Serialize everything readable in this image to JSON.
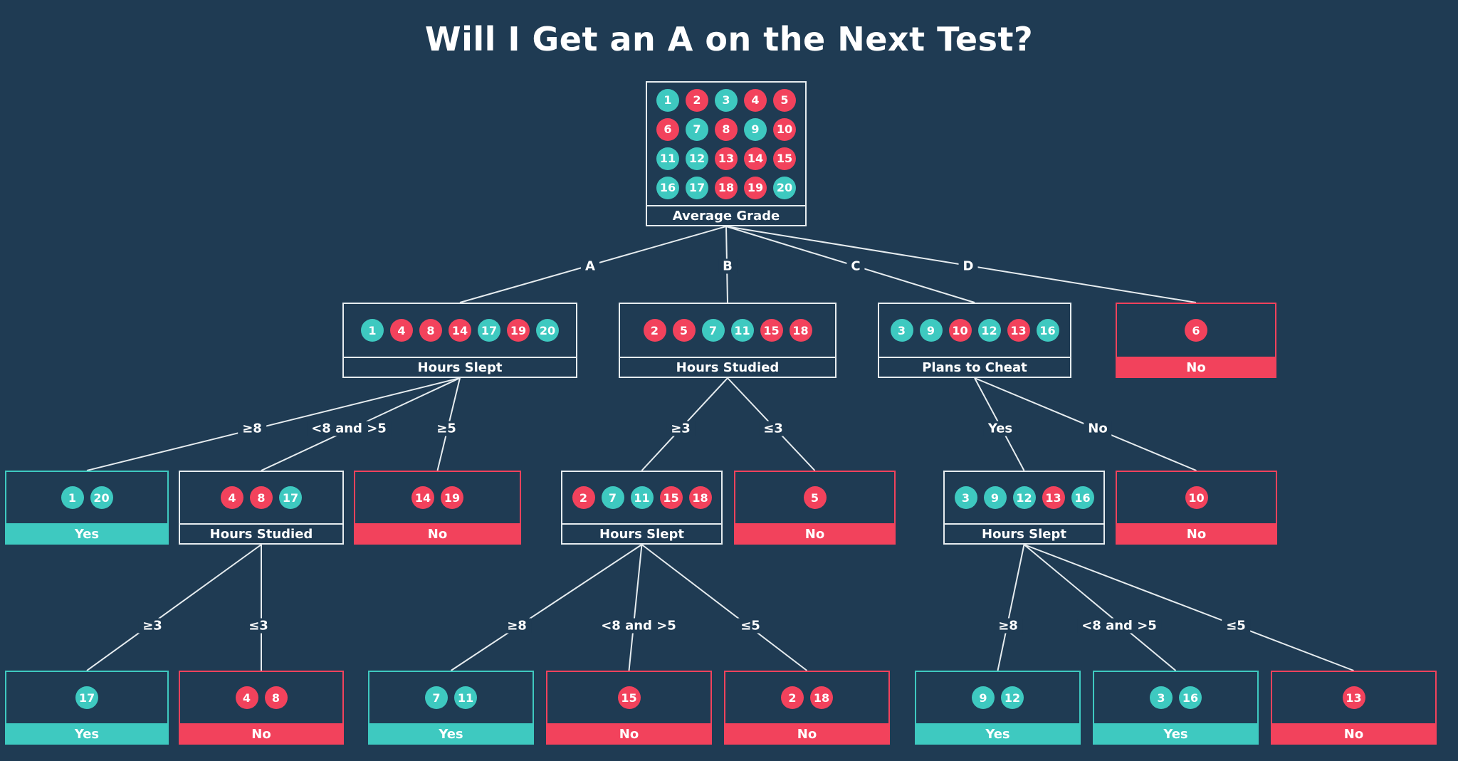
{
  "title": "Will I Get an A on the Next Test?",
  "colors": {
    "yes": "#3ec9c0",
    "no": "#f2425c",
    "background": "#1f3b53",
    "line": "#e6ecef"
  },
  "nodes": [
    {
      "id": "root",
      "type": "split",
      "label": "Average Grade",
      "samples": [
        [
          1,
          "yes"
        ],
        [
          2,
          "no"
        ],
        [
          3,
          "yes"
        ],
        [
          4,
          "no"
        ],
        [
          5,
          "no"
        ],
        [
          6,
          "no"
        ],
        [
          7,
          "yes"
        ],
        [
          8,
          "no"
        ],
        [
          9,
          "yes"
        ],
        [
          10,
          "no"
        ],
        [
          11,
          "yes"
        ],
        [
          12,
          "yes"
        ],
        [
          13,
          "no"
        ],
        [
          14,
          "no"
        ],
        [
          15,
          "no"
        ],
        [
          16,
          "yes"
        ],
        [
          17,
          "yes"
        ],
        [
          18,
          "no"
        ],
        [
          19,
          "no"
        ],
        [
          20,
          "yes"
        ]
      ]
    },
    {
      "id": "a",
      "type": "split",
      "label": "Hours Slept",
      "samples": [
        [
          1,
          "yes"
        ],
        [
          4,
          "no"
        ],
        [
          8,
          "no"
        ],
        [
          14,
          "no"
        ],
        [
          17,
          "yes"
        ],
        [
          19,
          "no"
        ],
        [
          20,
          "yes"
        ]
      ]
    },
    {
      "id": "b",
      "type": "split",
      "label": "Hours Studied",
      "samples": [
        [
          2,
          "no"
        ],
        [
          5,
          "no"
        ],
        [
          7,
          "yes"
        ],
        [
          11,
          "yes"
        ],
        [
          15,
          "no"
        ],
        [
          18,
          "no"
        ]
      ]
    },
    {
      "id": "c",
      "type": "split",
      "label": "Plans to Cheat",
      "samples": [
        [
          3,
          "yes"
        ],
        [
          9,
          "yes"
        ],
        [
          10,
          "no"
        ],
        [
          12,
          "yes"
        ],
        [
          13,
          "no"
        ],
        [
          16,
          "yes"
        ]
      ]
    },
    {
      "id": "d",
      "type": "no",
      "label": "No",
      "samples": [
        [
          6,
          "no"
        ]
      ]
    },
    {
      "id": "a1",
      "type": "yes",
      "label": "Yes",
      "samples": [
        [
          1,
          "yes"
        ],
        [
          20,
          "yes"
        ]
      ]
    },
    {
      "id": "a2",
      "type": "split",
      "label": "Hours Studied",
      "samples": [
        [
          4,
          "no"
        ],
        [
          8,
          "no"
        ],
        [
          17,
          "yes"
        ]
      ]
    },
    {
      "id": "a3",
      "type": "no",
      "label": "No",
      "samples": [
        [
          14,
          "no"
        ],
        [
          19,
          "no"
        ]
      ]
    },
    {
      "id": "b1",
      "type": "split",
      "label": "Hours Slept",
      "samples": [
        [
          2,
          "no"
        ],
        [
          7,
          "yes"
        ],
        [
          11,
          "yes"
        ],
        [
          15,
          "no"
        ],
        [
          18,
          "no"
        ]
      ]
    },
    {
      "id": "b2",
      "type": "no",
      "label": "No",
      "samples": [
        [
          5,
          "no"
        ]
      ]
    },
    {
      "id": "c1",
      "type": "split",
      "label": "Hours Slept",
      "samples": [
        [
          3,
          "yes"
        ],
        [
          9,
          "yes"
        ],
        [
          12,
          "yes"
        ],
        [
          13,
          "no"
        ],
        [
          16,
          "yes"
        ]
      ]
    },
    {
      "id": "c2",
      "type": "no",
      "label": "No",
      "samples": [
        [
          10,
          "no"
        ]
      ]
    },
    {
      "id": "a2a",
      "type": "yes",
      "label": "Yes",
      "samples": [
        [
          17,
          "yes"
        ]
      ]
    },
    {
      "id": "a2b",
      "type": "no",
      "label": "No",
      "samples": [
        [
          4,
          "no"
        ],
        [
          8,
          "no"
        ]
      ]
    },
    {
      "id": "b1a",
      "type": "yes",
      "label": "Yes",
      "samples": [
        [
          7,
          "yes"
        ],
        [
          11,
          "yes"
        ]
      ]
    },
    {
      "id": "b1b",
      "type": "no",
      "label": "No",
      "samples": [
        [
          15,
          "no"
        ]
      ]
    },
    {
      "id": "b1c",
      "type": "no",
      "label": "No",
      "samples": [
        [
          2,
          "no"
        ],
        [
          18,
          "no"
        ]
      ]
    },
    {
      "id": "c1a",
      "type": "yes",
      "label": "Yes",
      "samples": [
        [
          9,
          "yes"
        ],
        [
          12,
          "yes"
        ]
      ]
    },
    {
      "id": "c1b",
      "type": "yes",
      "label": "Yes",
      "samples": [
        [
          3,
          "yes"
        ],
        [
          16,
          "yes"
        ]
      ]
    },
    {
      "id": "c1c",
      "type": "no",
      "label": "No",
      "samples": [
        [
          13,
          "no"
        ]
      ]
    }
  ],
  "edges": [
    {
      "from": "root",
      "to": "a",
      "label": "A"
    },
    {
      "from": "root",
      "to": "b",
      "label": "B"
    },
    {
      "from": "root",
      "to": "c",
      "label": "C"
    },
    {
      "from": "root",
      "to": "d",
      "label": "D"
    },
    {
      "from": "a",
      "to": "a1",
      "label": "≥8"
    },
    {
      "from": "a",
      "to": "a2",
      "label": "<8 and >5"
    },
    {
      "from": "a",
      "to": "a3",
      "label": "≥5"
    },
    {
      "from": "b",
      "to": "b1",
      "label": "≥3"
    },
    {
      "from": "b",
      "to": "b2",
      "label": "≤3"
    },
    {
      "from": "c",
      "to": "c1",
      "label": "Yes"
    },
    {
      "from": "c",
      "to": "c2",
      "label": "No"
    },
    {
      "from": "a2",
      "to": "a2a",
      "label": "≥3"
    },
    {
      "from": "a2",
      "to": "a2b",
      "label": "≤3"
    },
    {
      "from": "b1",
      "to": "b1a",
      "label": "≥8"
    },
    {
      "from": "b1",
      "to": "b1b",
      "label": "<8 and >5"
    },
    {
      "from": "b1",
      "to": "b1c",
      "label": "≤5"
    },
    {
      "from": "c1",
      "to": "c1a",
      "label": "≥8"
    },
    {
      "from": "c1",
      "to": "c1b",
      "label": "<8 and >5"
    },
    {
      "from": "c1",
      "to": "c1c",
      "label": "≤5"
    }
  ]
}
